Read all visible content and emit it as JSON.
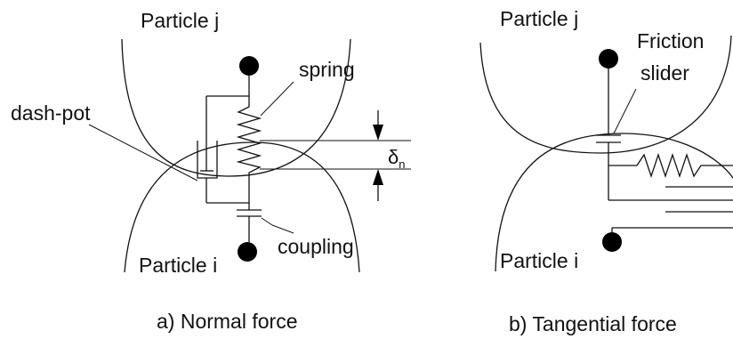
{
  "panel_a": {
    "particle_top": "Particle j",
    "particle_bottom": "Particle i",
    "spring": "spring",
    "dashpot": "dash-pot",
    "coupling": "coupling",
    "delta_symbol": "δ",
    "delta_subscript": "n",
    "caption": "a) Normal force"
  },
  "panel_b": {
    "particle_top": "Particle j",
    "particle_bottom": "Particle i",
    "slider_line1": "Friction",
    "slider_line2": "slider",
    "caption": "b) Tangential force"
  },
  "colors": {
    "ink": "#111111",
    "background": "#ffffff"
  }
}
